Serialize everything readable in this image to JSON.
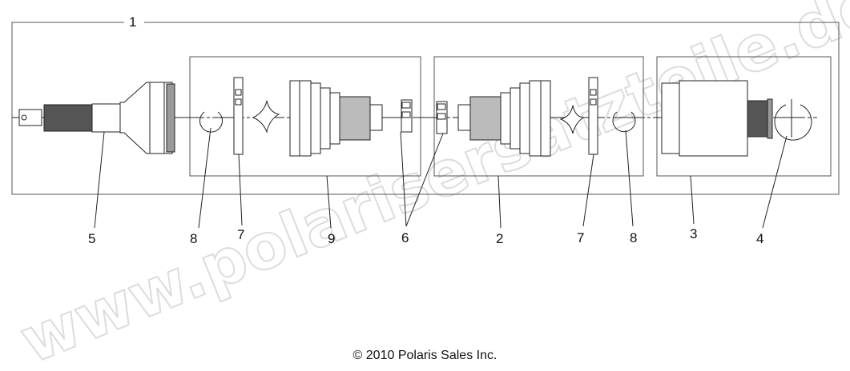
{
  "diagram": {
    "callouts": {
      "assembly": "1",
      "boot_kit_inner": "2",
      "inner_joint_box": "3",
      "inner_circlip": "4",
      "outer_joint": "5",
      "small_clamp": "6",
      "large_clamp_left": "7",
      "large_clamp_right": "7",
      "circlip_left": "8",
      "circlip_right": "8",
      "boot_kit_outer": "9"
    },
    "watermark": "www.polarisersatzteile.de",
    "copyright": "© 2010 Polaris Sales Inc."
  }
}
